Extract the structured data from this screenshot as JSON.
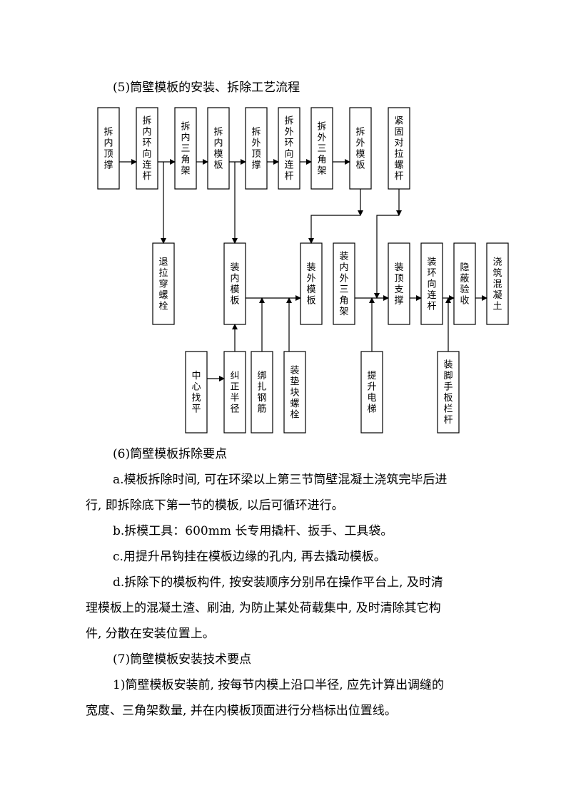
{
  "headings": {
    "h5": "(5)筒壁模板的安装、拆除工艺流程",
    "h6": "(6)筒壁模板拆除要点",
    "h7": "(7)筒壁模板安装技术要点"
  },
  "flowchart": {
    "nodes": {
      "n1": "拆内顶撑",
      "n2": "拆内环向连杆",
      "n3": "拆内三角架",
      "n4": "拆内模板",
      "n5": "拆外顶撑",
      "n6": "拆外环向连杆",
      "n7": "拆外三角架",
      "n8": "拆外模板",
      "n9": "紧固对拉螺杆",
      "m1": "退拉穿螺栓",
      "m2": "装内模板",
      "m3": "装外模板",
      "m4": "装内外三角架",
      "m5": "装顶支撑",
      "m6": "装环向连杆",
      "m7": "隐蔽验收",
      "m8": "浇筑混凝土",
      "b1": "中心找平",
      "b2": "纠正半径",
      "b3": "绑扎钢筋",
      "b4": "装垫块螺栓",
      "b5": "提升电梯",
      "b6": "装脚手板栏杆"
    }
  },
  "paragraphs": {
    "a1": "a.模板拆除时间, 可在环梁以上第三节筒壁混凝土浇筑完毕后进",
    "a2": "行, 即拆除底下第一节的模板, 以后可循环进行。",
    "b": "b.拆模工具：600mm 长专用撬杆、扳手、工具袋。",
    "c": "c.用提升吊钩挂在模板边缘的孔内, 再去撬动模板。",
    "d1": "d.拆除下的模板构件, 按安装顺序分别吊在操作平台上, 及时清",
    "d2": "理模板上的混凝土渣、刷油, 为防止某处荷载集中, 及时清除其它构",
    "d3": "件, 分散在安装位置上。",
    "p1a": "1)筒壁模板安装前, 按每节内模上沿口半径, 应先计算出调缝的",
    "p1b": "宽度、三角架数量, 并在内模板顶面进行分档标出位置线。"
  }
}
